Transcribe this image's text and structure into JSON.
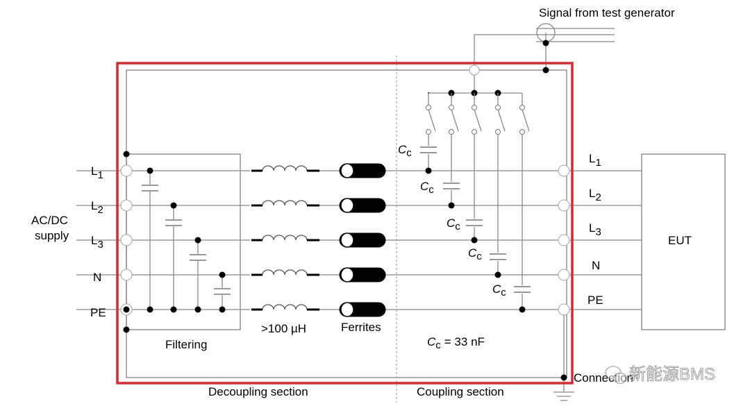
{
  "labels": {
    "signal": "Signal from test generator",
    "supply_line1": "AC/DC",
    "supply_line2": "supply",
    "lines_left": [
      "L",
      "L",
      "L",
      "N",
      "PE"
    ],
    "lines_left_sub": [
      "1",
      "2",
      "3",
      "",
      ""
    ],
    "lines_right": [
      "L",
      "L",
      "L",
      "N",
      "PE"
    ],
    "lines_right_sub": [
      "1",
      "2",
      "3",
      "",
      ""
    ],
    "eut": "EUT",
    "filtering": "Filtering",
    "inductor": ">100 µH",
    "ferrites": "Ferrites",
    "cc_symbol": "C",
    "cc_sub": "c",
    "cc_value": "= 33 nF",
    "decoupling": "Decoupling section",
    "coupling": "Coupling section",
    "connection": "Connection",
    "watermark": "新能源BMS"
  },
  "colors": {
    "highlight_frame": "#e0262b",
    "wires": "#888888"
  }
}
